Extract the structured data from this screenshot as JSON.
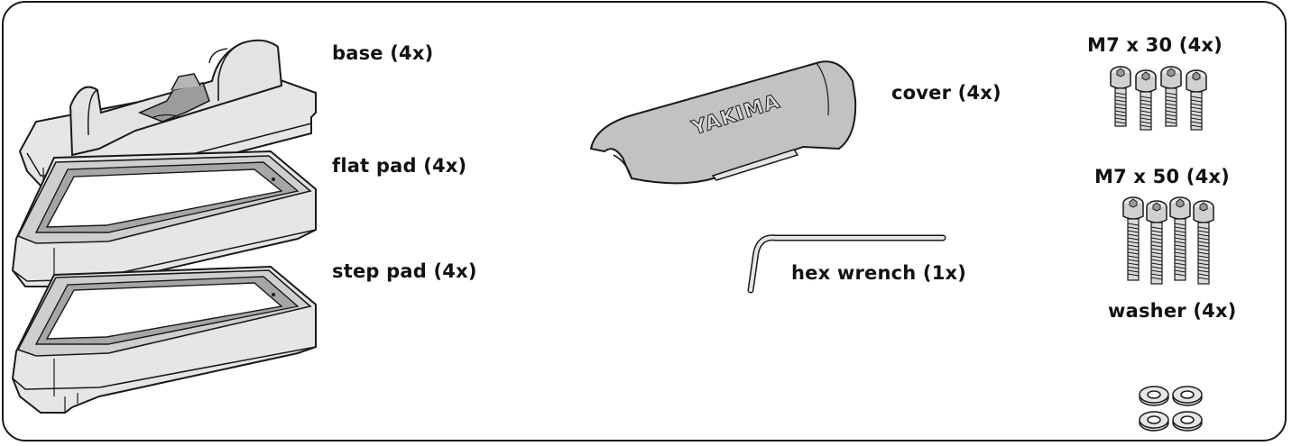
{
  "parts": {
    "base": "base (4x)",
    "flat_pad": "flat pad (4x)",
    "step_pad": "step pad (4x)",
    "cover": "cover (4x)",
    "cover_brand": "YAKIMA",
    "hex_wrench": "hex wrench (1x)",
    "bolt_m7_30": "M7 x 30 (4x)",
    "bolt_m7_50": "M7 x 50 (4x)",
    "washer": "washer (4x)"
  },
  "colors": {
    "line": "#1a1a1a",
    "part_fill": "#e6e6e6",
    "part_shade": "#cfcfcf",
    "pad_inner": "#9a9a9a",
    "cover_fill": "#bfbfbf"
  }
}
